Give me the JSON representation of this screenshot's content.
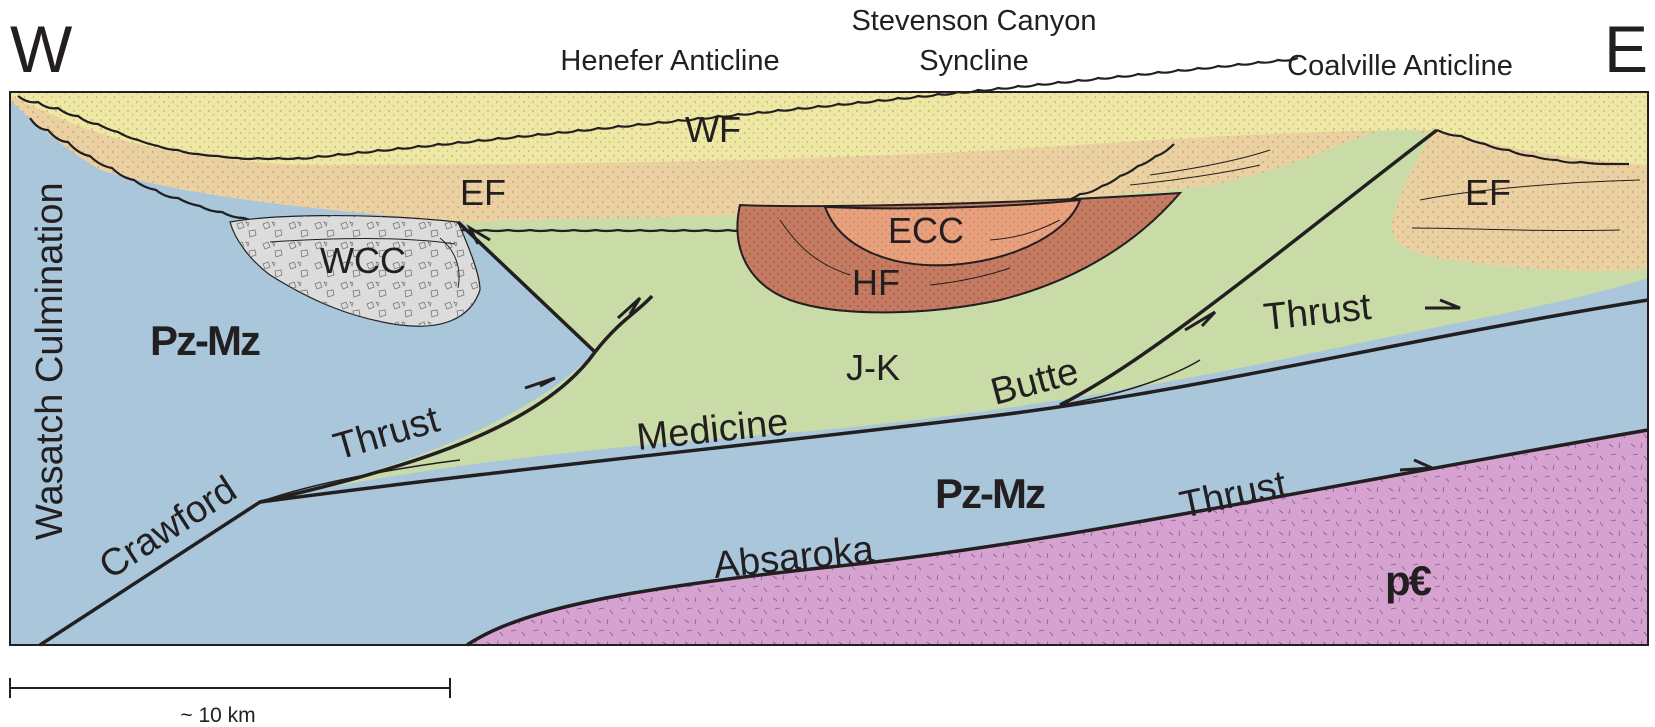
{
  "directions": {
    "west": "W",
    "east": "E"
  },
  "structures": {
    "henefer": "Henefer Anticline",
    "stevenson_line1": "Stevenson Canyon",
    "stevenson_line2": "Syncline",
    "coalville": "Coalville Anticline"
  },
  "units": {
    "wf": "WF",
    "ef_west": "EF",
    "ef_east": "EF",
    "wcc": "WCC",
    "ecc": "ECC",
    "hf": "HF",
    "pzmz_upper": "Pz-Mz",
    "pzmz_lower": "Pz-Mz",
    "jk": "J-K",
    "pc": "p€"
  },
  "faults": {
    "wasatch": "Wasatch Culmination",
    "crawford": "Crawford",
    "crawford_thrust": "Thrust",
    "medicine": "Medicine",
    "butte": "Butte",
    "medicine_butte_thrust": "Thrust",
    "absaroka": "Absaroka",
    "absaroka_thrust": "Thrust"
  },
  "scale": {
    "label": "~ 10 km"
  },
  "colors": {
    "wf": "#efe7a4",
    "ef": "#ebd1a1",
    "pzmz": "#a9c6db",
    "jk": "#c9dba7",
    "hf": "#c47b62",
    "ecc": "#e9a07c",
    "wcc": "#dcdcdc",
    "pc": "#d6a3d1",
    "line": "#231f20"
  }
}
